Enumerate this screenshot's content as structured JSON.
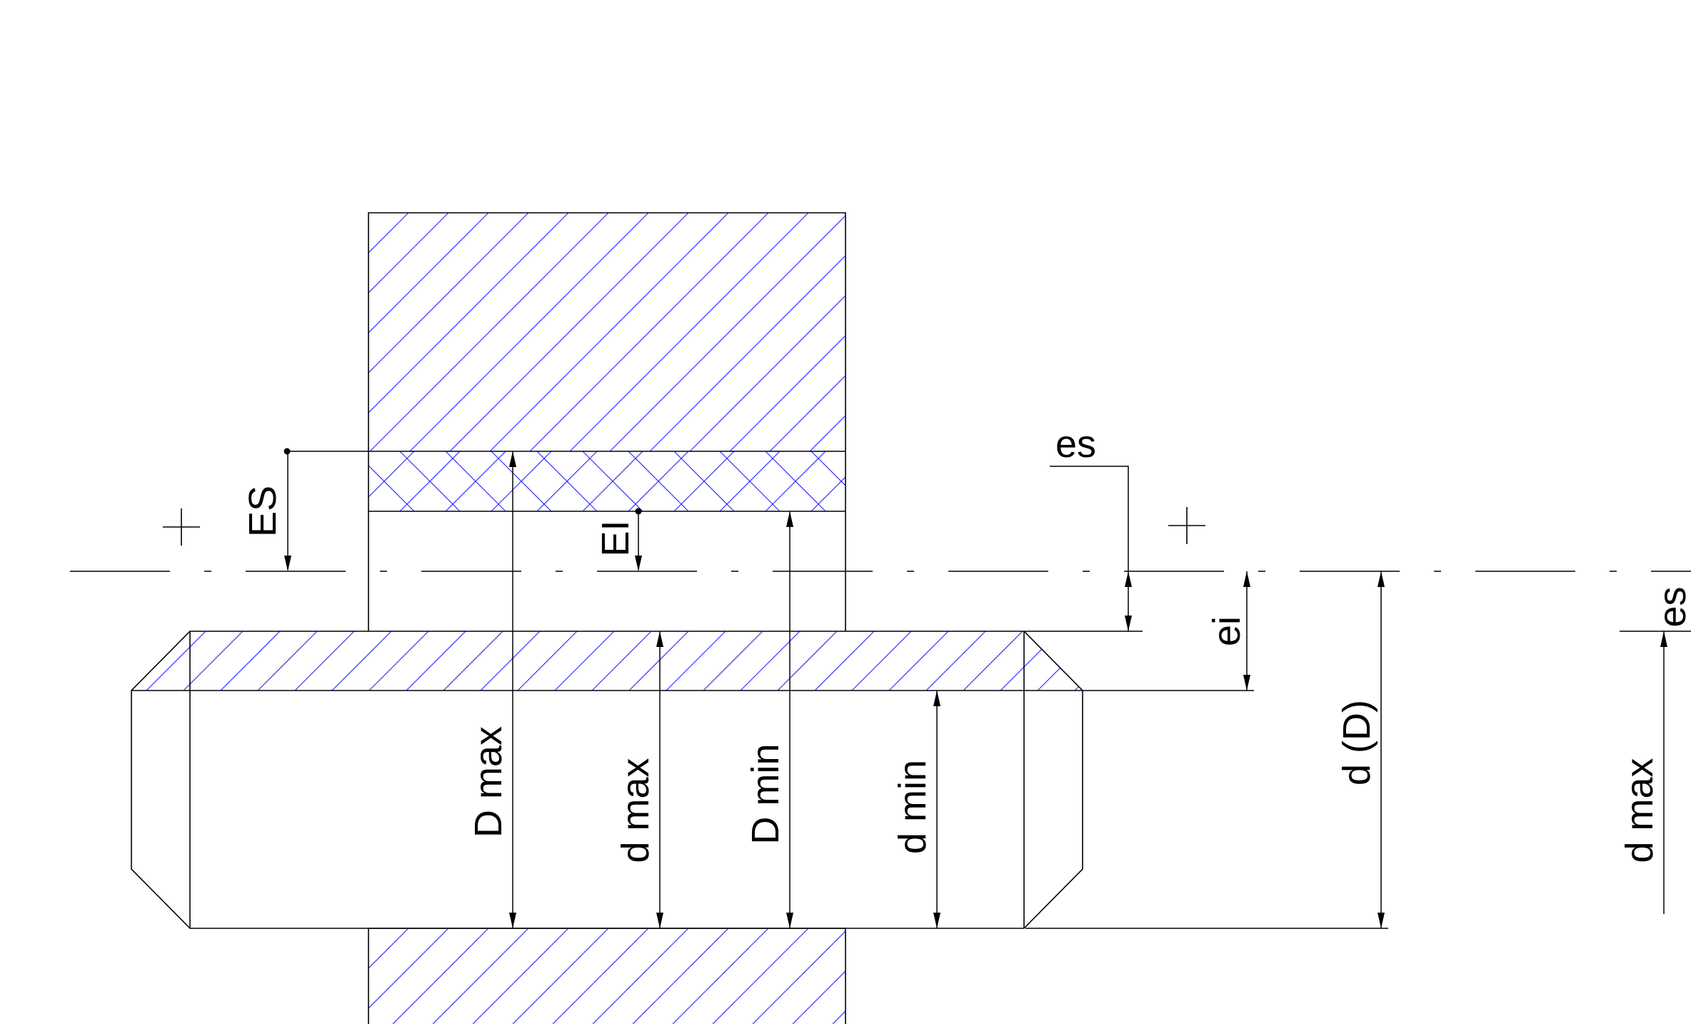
{
  "colors": {
    "background": "#ffffff",
    "outline": "#000000",
    "hatch": "#3333ff"
  },
  "labels": {
    "ES": "ES",
    "EI": "EI",
    "es": "es",
    "ei": "ei",
    "D_max": "D max",
    "d_max": "d max",
    "D_min": "D min",
    "d_min": "d min",
    "d_D": "d (D)",
    "d_max_right": "d max",
    "es_right": "es"
  }
}
